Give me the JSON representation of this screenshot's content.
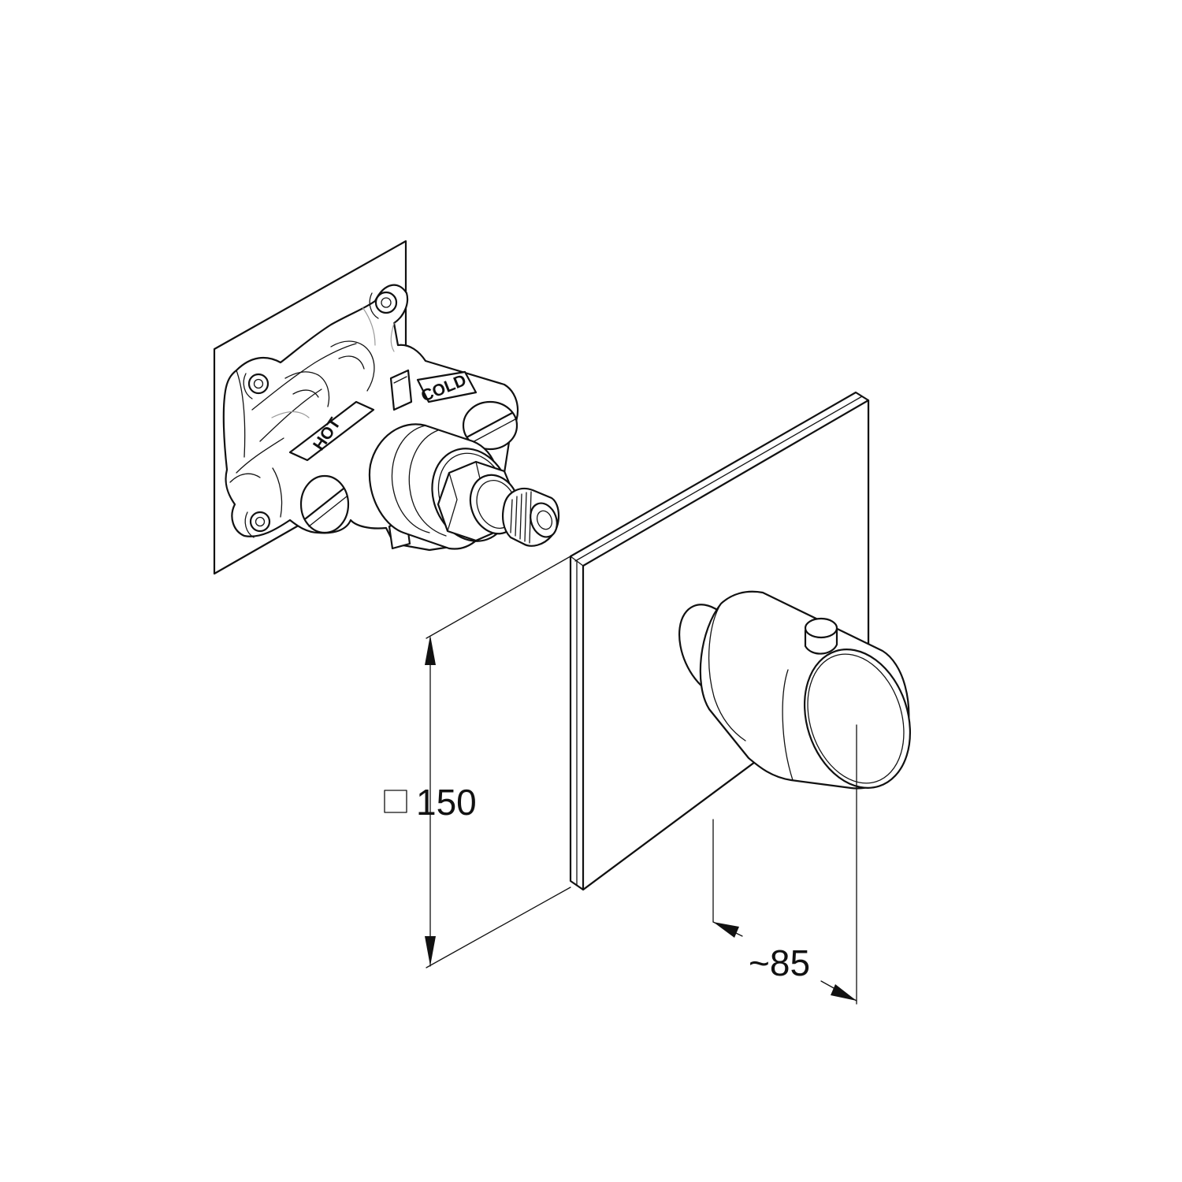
{
  "body_labels": {
    "hot": "HOT",
    "cold": "COLD"
  },
  "dimensions": {
    "plate_size": "150",
    "plate_size_symbol": "square",
    "projection": "~85"
  },
  "colors": {
    "line": "#111111",
    "background": "#ffffff"
  }
}
